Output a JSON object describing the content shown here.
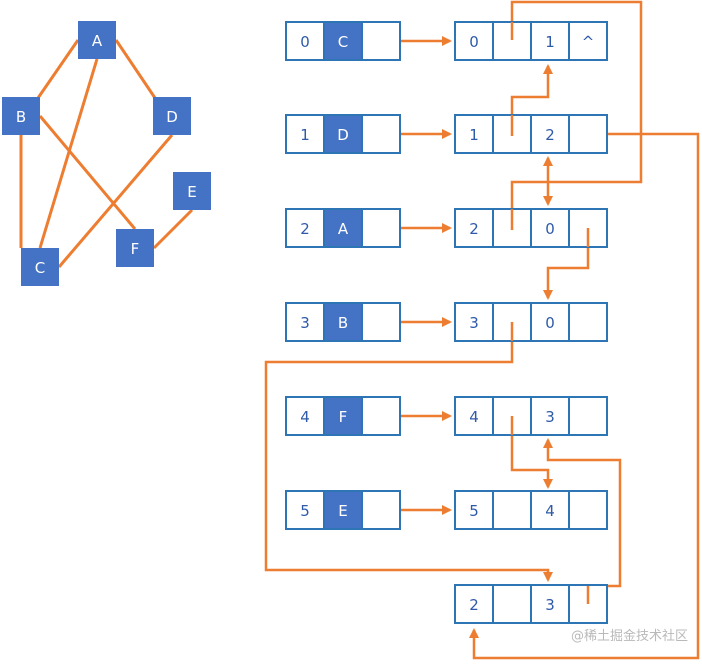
{
  "graph": {
    "nodes": [
      {
        "id": "A",
        "label": "A"
      },
      {
        "id": "B",
        "label": "B"
      },
      {
        "id": "D",
        "label": "D"
      },
      {
        "id": "E",
        "label": "E"
      },
      {
        "id": "F",
        "label": "F"
      },
      {
        "id": "C",
        "label": "C"
      }
    ],
    "edges": [
      [
        "A",
        "B"
      ],
      [
        "A",
        "D"
      ],
      [
        "A",
        "C"
      ],
      [
        "B",
        "C"
      ],
      [
        "B",
        "F"
      ],
      [
        "D",
        "C"
      ],
      [
        "E",
        "F"
      ]
    ]
  },
  "adjacency": {
    "vertices": [
      {
        "index": "0",
        "name": "C"
      },
      {
        "index": "1",
        "name": "D"
      },
      {
        "index": "2",
        "name": "A"
      },
      {
        "index": "3",
        "name": "B"
      },
      {
        "index": "4",
        "name": "F"
      },
      {
        "index": "5",
        "name": "E"
      }
    ],
    "edge_nodes": [
      {
        "row": 0,
        "a": "0",
        "b": "1",
        "end": "^"
      },
      {
        "row": 1,
        "a": "1",
        "b": "2",
        "end": ""
      },
      {
        "row": 2,
        "a": "2",
        "b": "0",
        "end": ""
      },
      {
        "row": 3,
        "a": "3",
        "b": "0",
        "end": ""
      },
      {
        "row": 4,
        "a": "4",
        "b": "3",
        "end": ""
      },
      {
        "row": 5,
        "a": "5",
        "b": "4",
        "end": ""
      },
      {
        "row": 6,
        "a": "2",
        "b": "3",
        "end": ""
      }
    ]
  },
  "watermark": "@稀土掘金技术社区",
  "colors": {
    "node": "#4472c4",
    "edge": "#ed7d31",
    "cell_border": "#2e75b6"
  }
}
